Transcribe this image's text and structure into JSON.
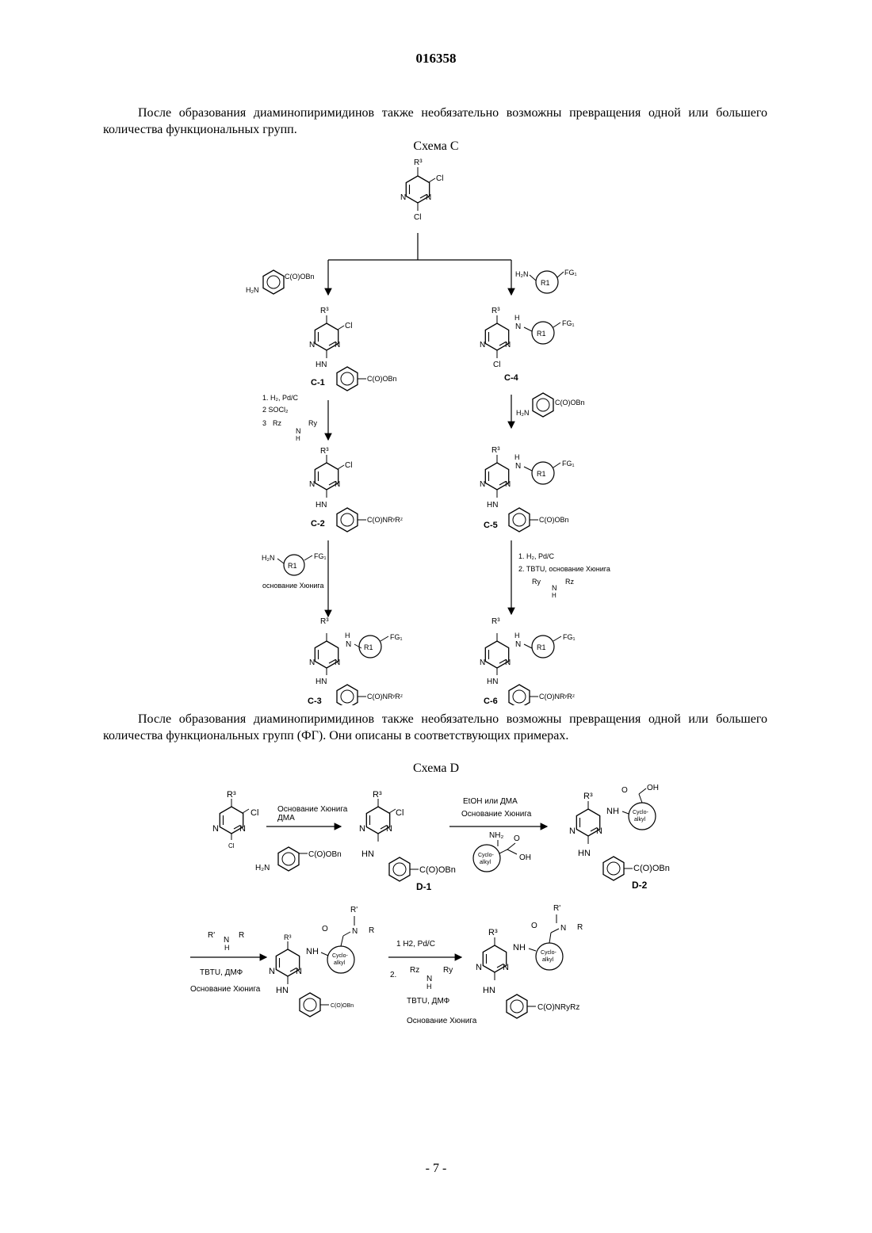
{
  "header": {
    "doc_number": "016358"
  },
  "paragraphs": {
    "p1": "После образования диаминопиримидинов также необязательно возможны превращения одной или большего количества функциональных групп.",
    "p2": "После образования диаминопиримидинов также необязательно возможны превращения одной или большего количества функциональных групп (ФГ). Они описаны в соответствующих примерах."
  },
  "scheme_c": {
    "title": "Схема С",
    "labels": {
      "c1": "C-1",
      "c2": "C-2",
      "c3": "C-3",
      "c4": "C-4",
      "c5": "C-5",
      "c6": "C-6"
    },
    "reagents": {
      "step_c2_1": "1. H₂, Pd/C",
      "step_c2_2": "2  SOCl₂",
      "step_c2_3": "3",
      "step_c5_1": "1. H₂, Pd/C",
      "step_c5_2": "2. TBTU, основание Хюнига",
      "hunig_base": "основание Хюнига"
    },
    "atoms": {
      "R3": "R³",
      "Cl": "Cl",
      "N": "N",
      "HN": "HN",
      "H2N": "H₂N",
      "R1": "R1",
      "FG1": "FG₁",
      "COOBn": "C(O)OBn",
      "CONRR": "C(O)NRʸRᶻ",
      "Rz": "Rz",
      "Ry": "Ry",
      "H": "H"
    }
  },
  "scheme_d": {
    "title": "Схема D",
    "labels": {
      "d1": "D-1",
      "d2": "D-2"
    },
    "reagents": {
      "step1_a": "Основание Хюнига",
      "step1_b": "ДМА",
      "step2_a": "EtOH или ДМА",
      "step2_b": "Основание Хюнига",
      "step3_a": "TBTU, ДМФ",
      "step3_b": "Основание Хюнига",
      "step4_1": "1  H2, Pd/C",
      "step4_2": "2.",
      "step4_3": "TBTU, ДМФ",
      "step4_4": "Основание Хюнига"
    },
    "atoms": {
      "R3": "R³",
      "Cl": "Cl",
      "N": "N",
      "HN": "HN",
      "H2N": "H₂N",
      "NH2": "NH₂",
      "OH": "OH",
      "O": "O",
      "COOBn": "C(O)OBn",
      "cyclo1": "Cyclo-",
      "cyclo2": "alkyl",
      "Rp": "R'",
      "R": "R",
      "H": "H",
      "N_amide": "N",
      "CONRyRz": "C(O)NRyRz",
      "Rz": "Rz",
      "Ry": "Ry"
    }
  },
  "footer": {
    "page_number": "- 7 -"
  }
}
